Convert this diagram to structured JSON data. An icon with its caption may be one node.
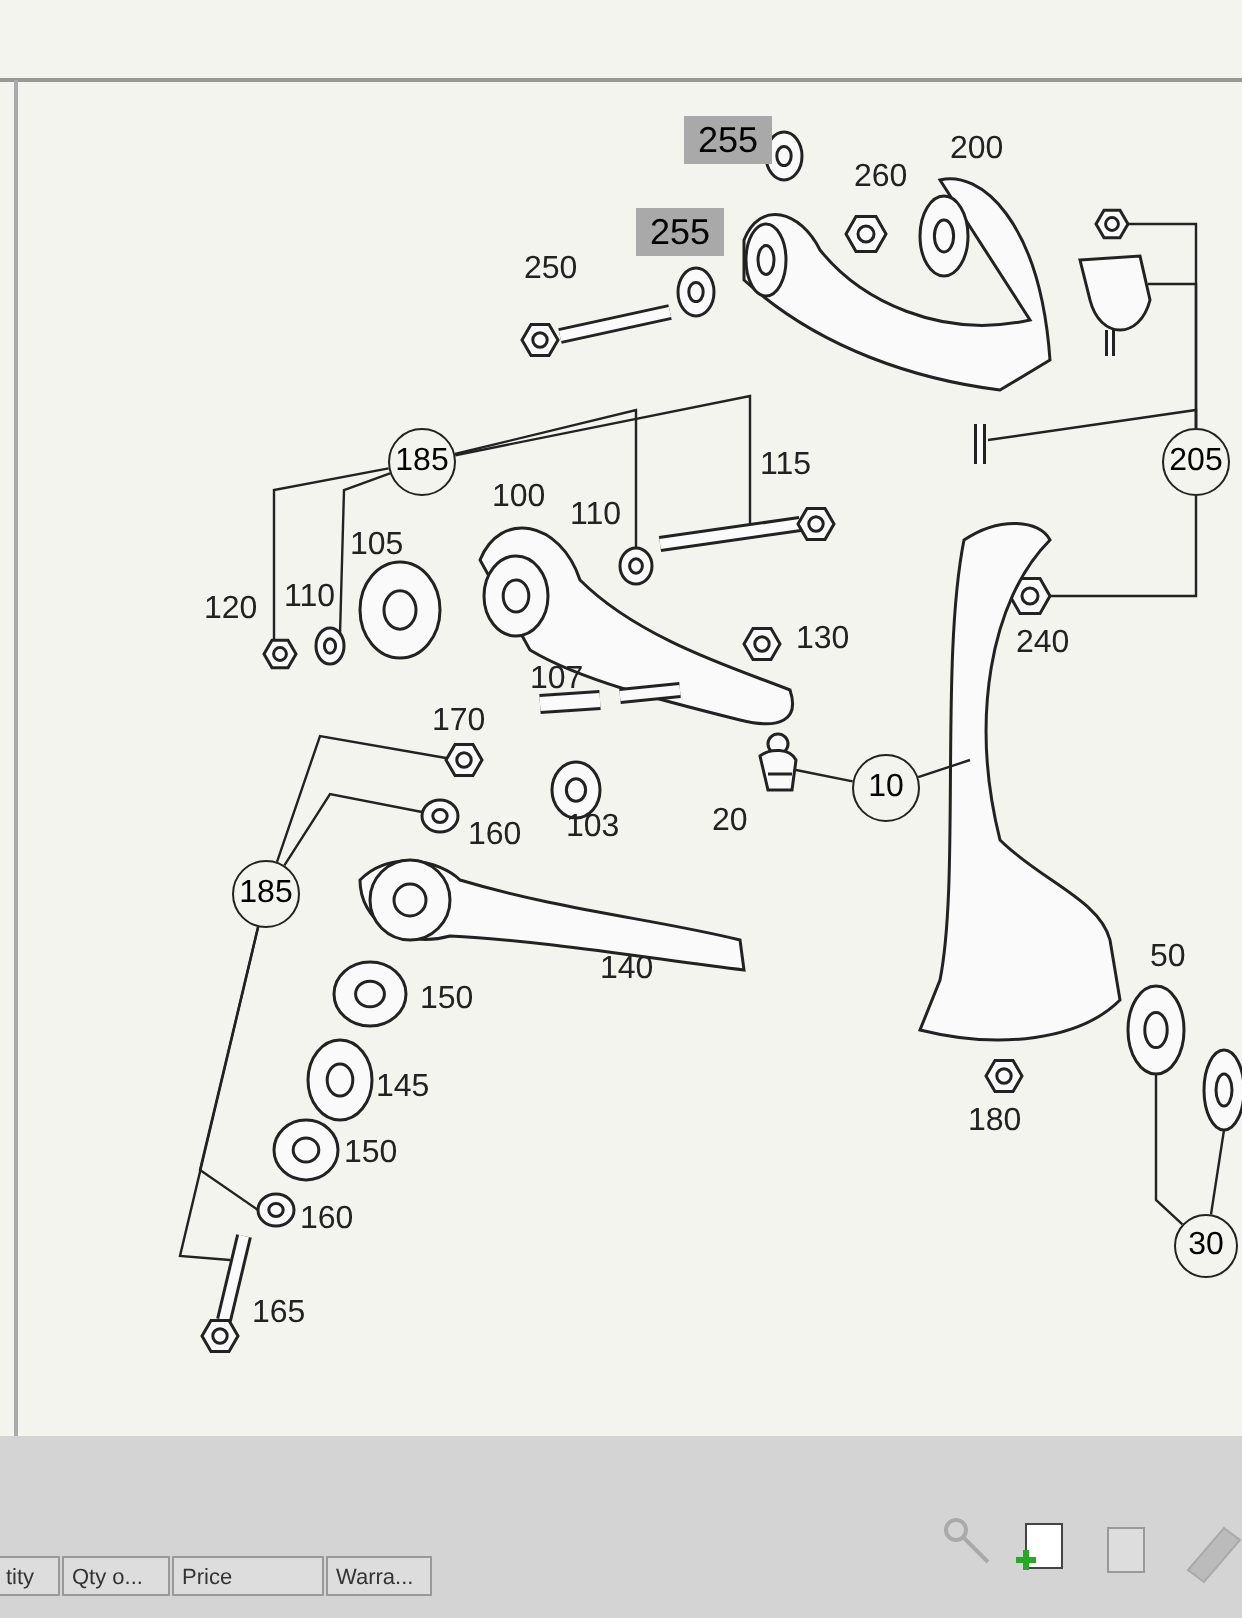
{
  "diagram": {
    "nodes": [
      {
        "text": [
          "255"
        ]
      },
      {
        "text": [
          "255"
        ]
      },
      {
        "text": [
          "185"
        ]
      },
      {
        "text": [
          "205"
        ]
      },
      {
        "text": [
          "10"
        ]
      },
      {
        "text": [
          "185"
        ]
      },
      {
        "text": [
          "30"
        ]
      },
      {
        "text": [],
        "shape": "picture"
      },
      {
        "text": [],
        "shape": "picture"
      },
      {
        "text": [],
        "shape": "picture"
      },
      {
        "text": [],
        "shape": "picture"
      },
      {
        "text": [],
        "shape": "picture"
      },
      {
        "text": [],
        "shape": "picture"
      },
      {
        "text": [],
        "shape": "picture"
      },
      {
        "text": [],
        "shape": "picture"
      },
      {
        "text": [],
        "shape": "picture"
      },
      {
        "text": [],
        "shape": "picture"
      },
      {
        "text": [],
        "shape": "picture"
      },
      {
        "text": [],
        "shape": "picture"
      },
      {
        "text": [],
        "shape": "picture"
      },
      {
        "text": [],
        "shape": "picture"
      },
      {
        "text": [],
        "shape": "picture"
      },
      {
        "text": [],
        "shape": "picture"
      },
      {
        "text": [],
        "shape": "picture"
      },
      {
        "text": [],
        "shape": "picture"
      },
      {
        "text": [],
        "shape": "picture"
      },
      {
        "text": [],
        "shape": "picture"
      },
      {
        "text": [],
        "shape": "picture"
      },
      {
        "text": [],
        "shape": "picture"
      },
      {
        "text": [],
        "shape": "picture"
      },
      {
        "text": [],
        "shape": "picture"
      },
      {
        "text": [],
        "shape": "picture"
      },
      {
        "text": [],
        "shape": "picture"
      },
      {
        "text": [],
        "shape": "picture"
      },
      {
        "text": [],
        "shape": "picture"
      },
      {
        "text": [],
        "shape": "picture"
      },
      {
        "text": [],
        "shape": "picture"
      },
      {
        "text": [],
        "shape": "picture"
      }
    ],
    "edges": [
      {
        "from": 2,
        "to": 7,
        "arrow": "none"
      },
      {
        "from": 2,
        "to": 8,
        "arrow": "none"
      },
      {
        "from": 2,
        "to": 9,
        "arrow": "none"
      },
      {
        "from": 2,
        "to": 10,
        "arrow": "none"
      },
      {
        "from": 3,
        "to": 11,
        "arrow": "none"
      },
      {
        "from": 3,
        "to": 12,
        "arrow": "none"
      },
      {
        "from": 3,
        "to": 13,
        "arrow": "none"
      },
      {
        "from": 3,
        "to": 14,
        "arrow": "none"
      },
      {
        "from": 4,
        "to": 15,
        "arrow": "none"
      },
      {
        "from": 4,
        "to": 16,
        "arrow": "none"
      },
      {
        "from": 5,
        "to": 17,
        "arrow": "none"
      },
      {
        "from": 5,
        "to": 18,
        "arrow": "none"
      },
      {
        "from": 5,
        "to": 19,
        "arrow": "none"
      },
      {
        "from": 5,
        "to": 20,
        "arrow": "none"
      },
      {
        "from": 6,
        "to": 21,
        "arrow": "none"
      },
      {
        "from": 6,
        "to": 22,
        "arrow": "none"
      }
    ],
    "labels": [
      "260",
      "200",
      "250",
      "115",
      "100",
      "110",
      "105",
      "120",
      "110",
      "130",
      "240",
      "107",
      "170",
      "20",
      "160",
      "103",
      "140",
      "150",
      "50",
      "145",
      "150",
      "180",
      "160",
      "165",
      "tity",
      "Qty o...",
      "Price",
      "Warra..."
    ]
  }
}
